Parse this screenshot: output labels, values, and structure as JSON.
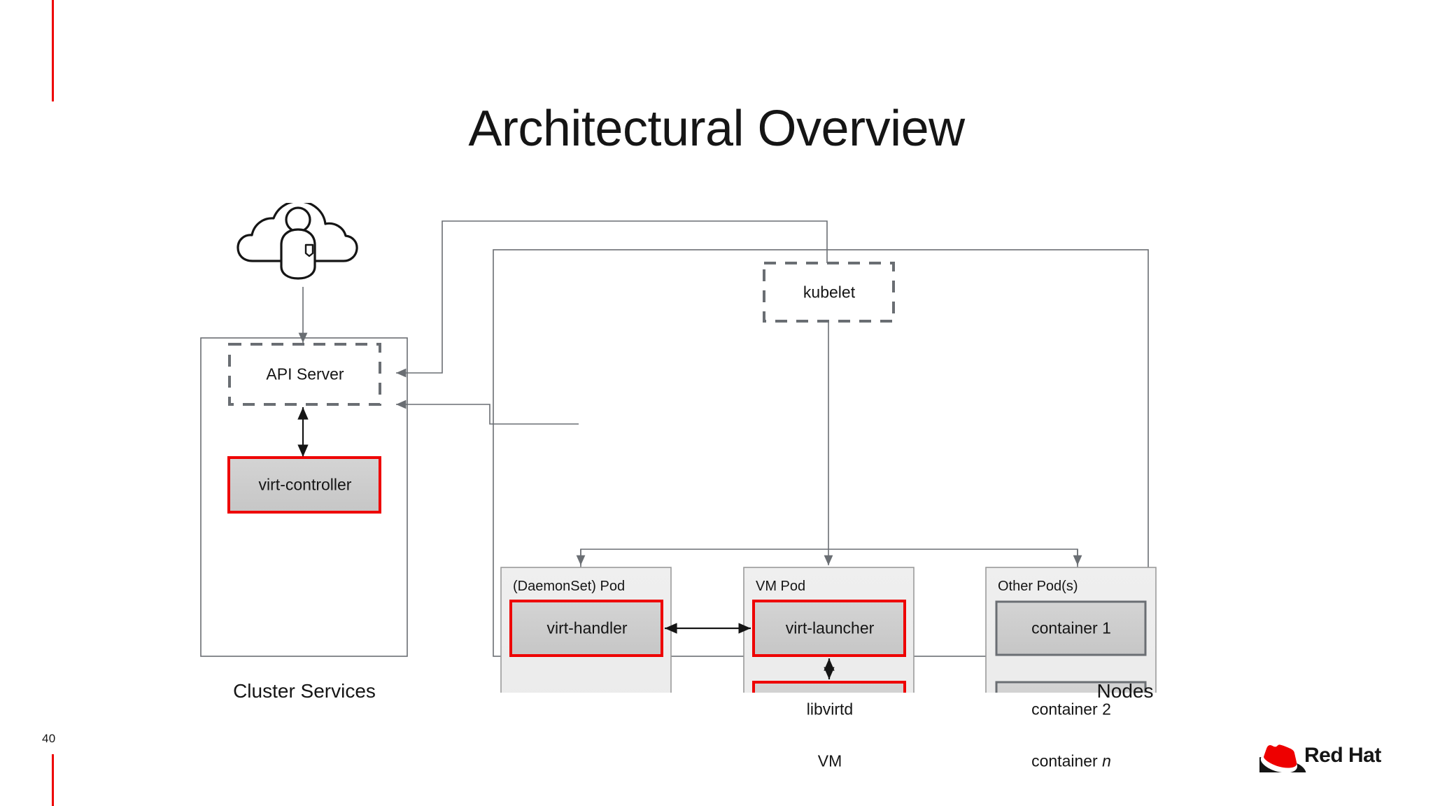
{
  "slide": {
    "title": "Architectural Overview",
    "page_number": "40",
    "accent_color": "#ee0000",
    "brand": "Red Hat"
  },
  "diagram": {
    "type": "architecture-block-diagram",
    "groups": [
      {
        "id": "cluster-services",
        "caption": "Cluster Services",
        "nodes": [
          {
            "id": "api-server",
            "label": "API Server",
            "style": "dashed-outline"
          },
          {
            "id": "virt-controller",
            "label": "virt-controller",
            "style": "red-filled"
          }
        ]
      },
      {
        "id": "nodes",
        "caption": "Nodes",
        "nodes": [
          {
            "id": "kubelet",
            "label": "kubelet",
            "style": "dashed-outline"
          }
        ],
        "pods": [
          {
            "id": "daemonset-pod",
            "title": "(DaemonSet) Pod",
            "containers": [
              {
                "id": "virt-handler",
                "label": "virt-handler",
                "style": "red-filled"
              }
            ]
          },
          {
            "id": "vm-pod",
            "title": "VM Pod",
            "containers": [
              {
                "id": "virt-launcher",
                "label": "virt-launcher",
                "style": "red-filled"
              },
              {
                "id": "libvirtd",
                "label": "libvirtd",
                "style": "red-filled"
              },
              {
                "id": "vm",
                "label": "VM",
                "style": "red-filled"
              }
            ]
          },
          {
            "id": "other-pods",
            "title": "Other Pod(s)",
            "containers": [
              {
                "id": "container-1",
                "label": "container 1",
                "style": "gray-filled"
              },
              {
                "id": "container-2",
                "label": "container 2",
                "style": "gray-filled"
              },
              {
                "id": "container-n",
                "label": "container n",
                "style": "gray-filled",
                "label_italic_tail": "n"
              }
            ]
          }
        ]
      }
    ],
    "actor": {
      "id": "cloud-user",
      "label": ""
    },
    "connections": [
      {
        "from": "cloud-user",
        "to": "api-server",
        "arrow": "single"
      },
      {
        "from": "api-server",
        "to": "virt-controller",
        "arrow": "double"
      },
      {
        "from": "kubelet",
        "to": "api-server",
        "arrow": "single"
      },
      {
        "from": "virt-handler",
        "to": "api-server",
        "arrow": "single"
      },
      {
        "from": "kubelet",
        "to": "daemonset-pod",
        "arrow": "single"
      },
      {
        "from": "kubelet",
        "to": "vm-pod",
        "arrow": "single"
      },
      {
        "from": "kubelet",
        "to": "other-pods",
        "arrow": "single"
      },
      {
        "from": "virt-handler",
        "to": "virt-launcher",
        "arrow": "double"
      },
      {
        "from": "virt-launcher",
        "to": "libvirtd",
        "arrow": "double"
      },
      {
        "from": "libvirtd",
        "to": "vm",
        "arrow": "double"
      }
    ],
    "colors": {
      "red_border": "#ee0000",
      "box_fill": "#cccccc",
      "pod_fill": "#f0f0f0",
      "line": "#6a6e73",
      "text": "#151515"
    }
  }
}
